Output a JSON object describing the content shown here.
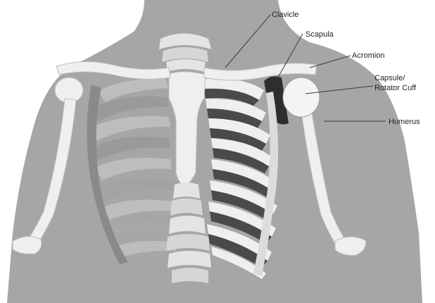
{
  "labels": {
    "clavicle": "Clavicle",
    "scapula": "Scapula",
    "acromion": "Acromion",
    "capsule_line1": "Capsule/",
    "capsule_line2": "Rotator Cuff",
    "humerus": "Humerus"
  },
  "colors": {
    "background": "#ffffff",
    "body": "#a6a6a6",
    "bone": "#efefef",
    "bone_shadow": "#bdbdbd",
    "rib_dark": "#4a4a4a",
    "rib_light": "#8f8f8f",
    "label_text": "#222222",
    "leader_line": "#3a3a3a"
  }
}
